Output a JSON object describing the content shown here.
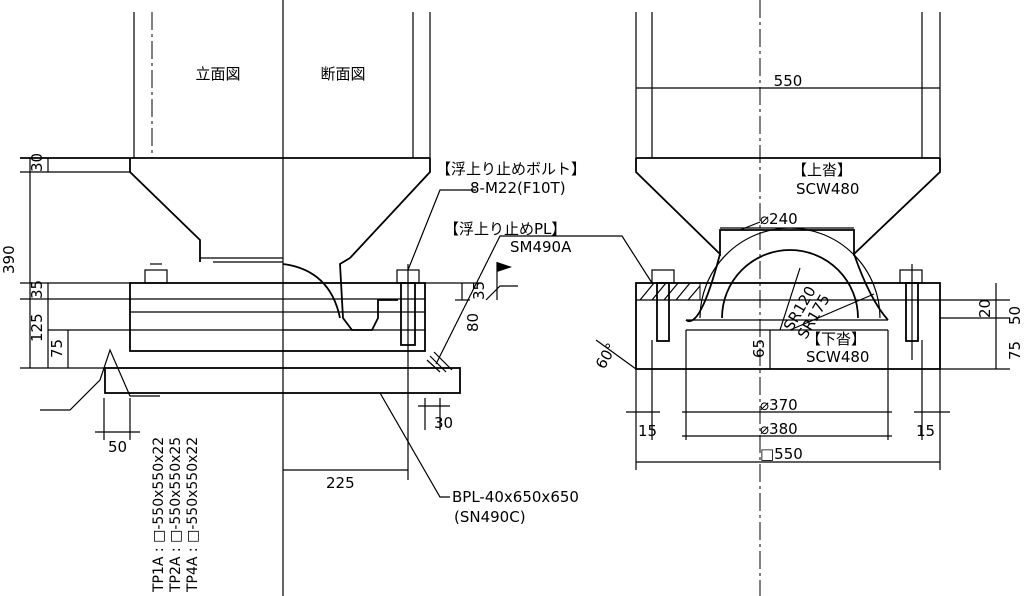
{
  "views": {
    "elevation": "立面図",
    "section": "断面図"
  },
  "callouts": {
    "bolt_title": "【浮上り止めボルト】",
    "bolt_spec": "8-M22(F10T)",
    "plate_title": "【浮上り止めPL】",
    "plate_spec": "SM490A",
    "upper_title": "【上沓】",
    "upper_spec": "SCW480",
    "lower_title": "【下沓】",
    "lower_spec": "SCW480",
    "bpl_spec": "BPL-40x650x650",
    "bpl_mat": "(SN490C)"
  },
  "dimensions": {
    "d_390": "390",
    "d_30_top": "30",
    "d_35": "35",
    "d_125": "125",
    "d_75_left": "75",
    "d_50": "50",
    "d_225": "225",
    "d_30_bot": "30",
    "d_35_r": "35",
    "d_80": "80",
    "d_550_top": "550",
    "d_240": "⌀240",
    "sr120": "SR120",
    "sr175": "SR175",
    "d_65": "65",
    "d_370": "⌀370",
    "d_380": "⌀380",
    "d_550_bot": "□550",
    "d_15_l": "15",
    "d_15_r": "15",
    "d_20": "20",
    "d_50_r": "50",
    "d_75_r": "75",
    "angle": "60°"
  },
  "tp_list": [
    "TP1A : □-550x550x22",
    "TP2A : □-550x550x25",
    "TP4A : □-550x550x22"
  ]
}
